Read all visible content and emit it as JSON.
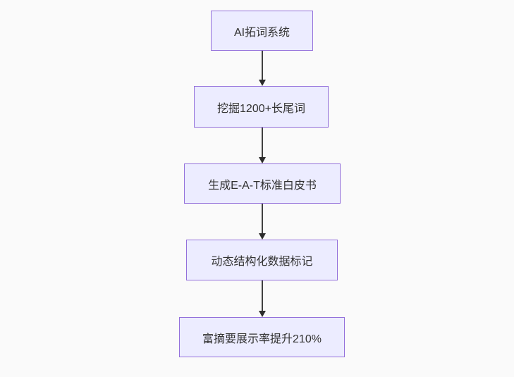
{
  "diagram": {
    "type": "flowchart-top-down",
    "nodes": [
      {
        "id": "node-1",
        "label": "AI拓词系统"
      },
      {
        "id": "node-2",
        "label": "挖掘1200+长尾词"
      },
      {
        "id": "node-3",
        "label": "生成E-A-T标准白皮书"
      },
      {
        "id": "node-4",
        "label": "动态结构化数据标记"
      },
      {
        "id": "node-5",
        "label": "富摘要展示率提升210%"
      }
    ],
    "edges": [
      {
        "from": "node-1",
        "to": "node-2"
      },
      {
        "from": "node-2",
        "to": "node-3"
      },
      {
        "from": "node-3",
        "to": "node-4"
      },
      {
        "from": "node-4",
        "to": "node-5"
      }
    ],
    "colors": {
      "node_fill": "#ECECFF",
      "node_border": "#9370DB",
      "node_text": "#333333",
      "arrow": "#333333",
      "background": "#fafafa"
    }
  }
}
